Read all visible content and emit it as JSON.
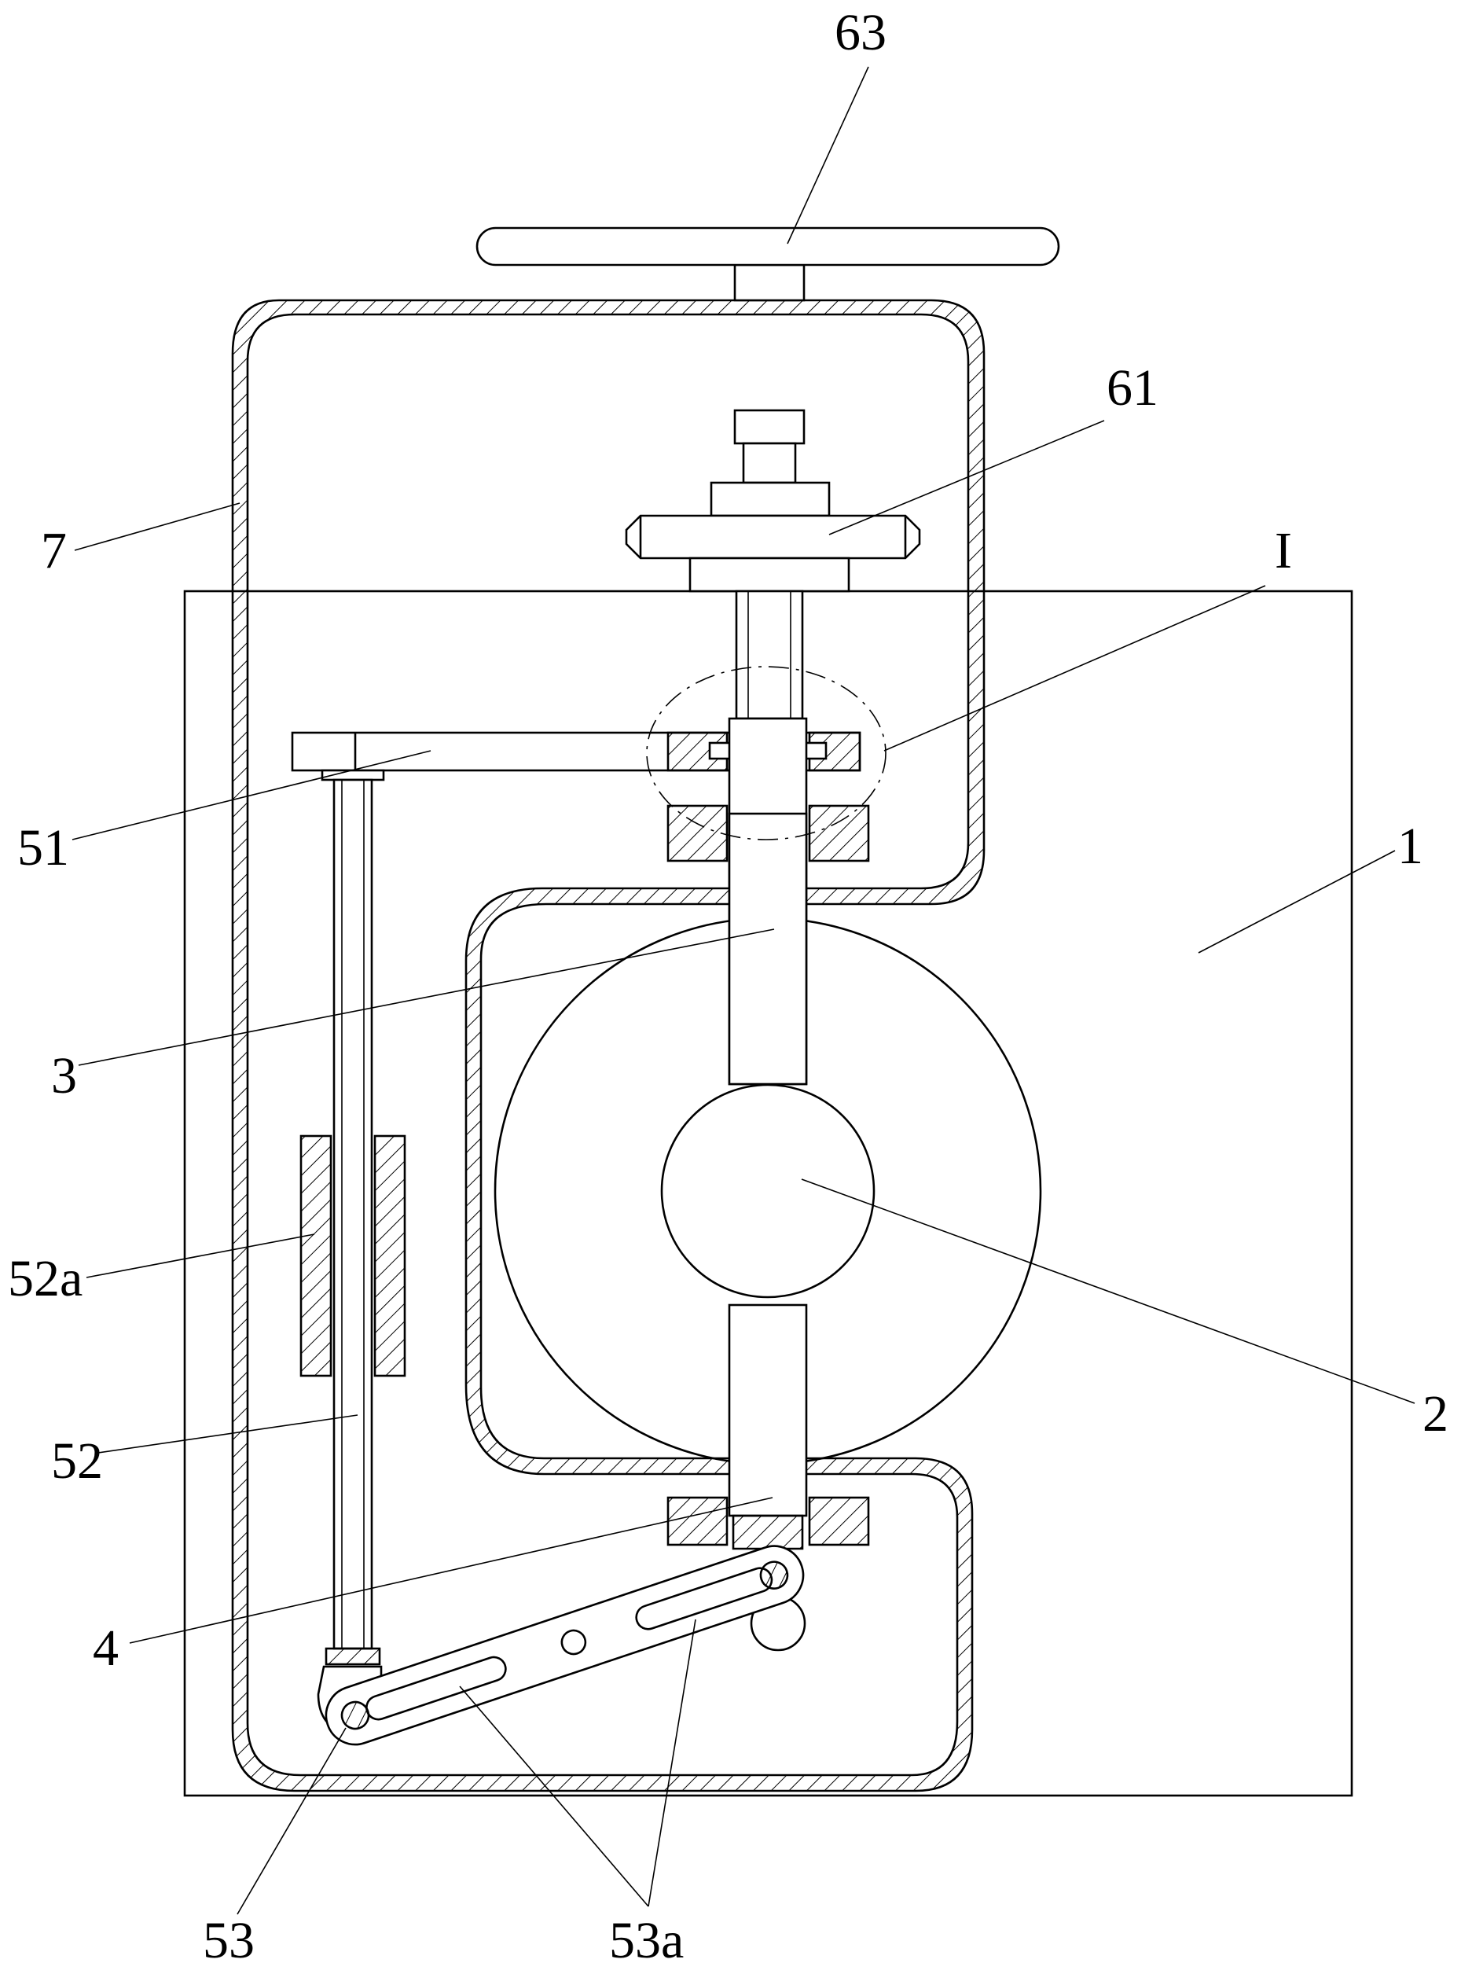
{
  "labels": {
    "l63": "63",
    "l61": "61",
    "l7": "7",
    "lI": "I",
    "l51": "51",
    "l1": "1",
    "l3": "3",
    "l52a": "52a",
    "l2": "2",
    "l52": "52",
    "l4": "4",
    "l53": "53",
    "l53a": "53a"
  }
}
